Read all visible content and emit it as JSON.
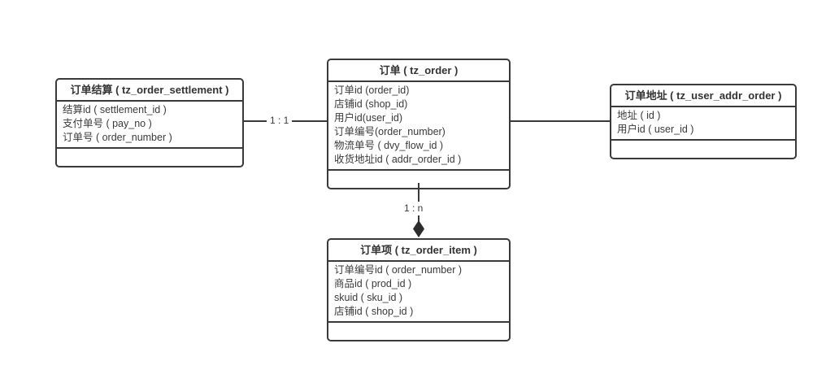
{
  "diagram": {
    "title": "order-tables-er-diagram",
    "entities": [
      {
        "key": "tz_order_settlement",
        "title": "订单结算 ( tz_order_settlement )",
        "fields": [
          "结算id ( settlement_id )",
          "支付单号 ( pay_no )",
          "订单号 ( order_number )"
        ]
      },
      {
        "key": "tz_order",
        "title": "订单 ( tz_order )",
        "fields": [
          "订单id (order_id)",
          "店铺id (shop_id)",
          "用户id(user_id)",
          "订单编号(order_number)",
          "物流单号 ( dvy_flow_id )",
          "收货地址id ( addr_order_id )"
        ]
      },
      {
        "key": "tz_user_addr_order",
        "title": "订单地址 ( tz_user_addr_order )",
        "fields": [
          "地址 ( id )",
          "用户id ( user_id )"
        ]
      },
      {
        "key": "tz_order_item",
        "title": "订单项 ( tz_order_item )",
        "fields": [
          "订单编号id ( order_number )",
          "商品id ( prod_id )",
          "skuid ( sku_id )",
          "店铺id ( shop_id )"
        ]
      }
    ],
    "relations": [
      {
        "from": "tz_order_settlement",
        "to": "tz_order",
        "label": "1 : 1",
        "arrow": "none"
      },
      {
        "from": "tz_order",
        "to": "tz_user_addr_order",
        "label": "",
        "arrow": "none"
      },
      {
        "from": "tz_order",
        "to": "tz_order_item",
        "label": "1 : n",
        "arrow": "filled-diamond"
      }
    ],
    "colors": {
      "line": "#3a3a3a",
      "text": "#3a3a3a",
      "background": "#ffffff"
    }
  }
}
